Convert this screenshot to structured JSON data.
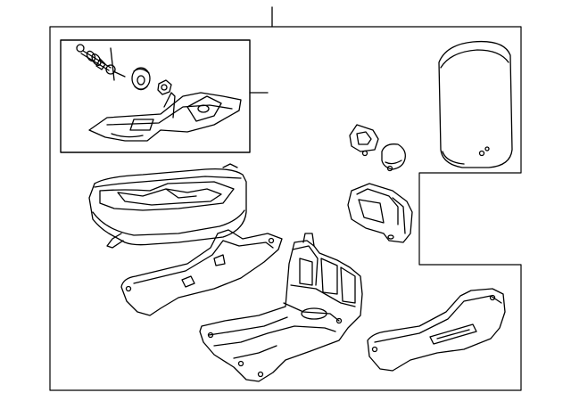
{
  "diagram": {
    "kind": "exploded-parts-view",
    "parts": [
      {
        "id": "armrest-lid",
        "icon": "armrest-lid-icon"
      },
      {
        "id": "hinge-assembly",
        "icon": "hinge-assembly-icon"
      },
      {
        "id": "hinge-bolt",
        "icon": "bolt-icon"
      },
      {
        "id": "hinge-washer",
        "icon": "washer-icon"
      },
      {
        "id": "hinge-nut",
        "icon": "nut-icon"
      },
      {
        "id": "storage-bin",
        "icon": "storage-bin-icon"
      },
      {
        "id": "side-panel-left",
        "icon": "side-panel-icon"
      },
      {
        "id": "side-panel-right",
        "icon": "side-panel-icon"
      },
      {
        "id": "console-frame",
        "icon": "console-frame-icon"
      },
      {
        "id": "latch-button",
        "icon": "latch-button-icon"
      },
      {
        "id": "latch-knob",
        "icon": "latch-knob-icon"
      },
      {
        "id": "cup-holder-bracket",
        "icon": "bracket-icon"
      }
    ],
    "colors": {
      "line": "#000000",
      "background": "#ffffff"
    }
  }
}
